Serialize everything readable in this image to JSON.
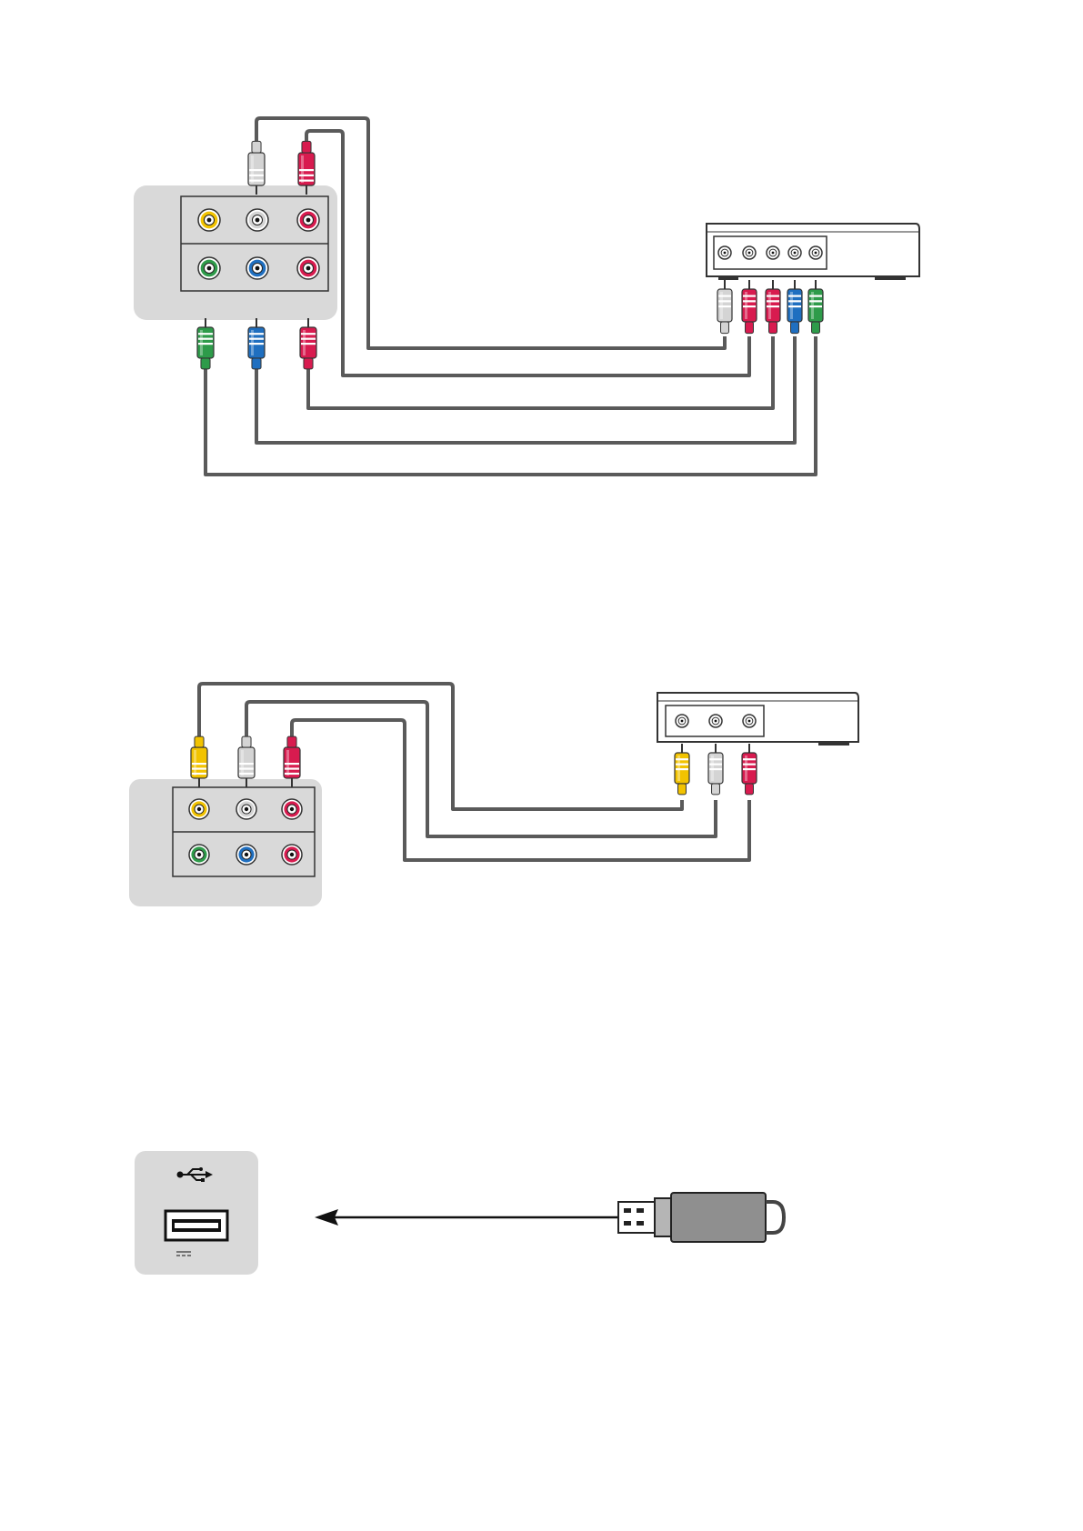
{
  "colors": {
    "panel_fill": "#d9d9d9",
    "cable": "#5a5a5a",
    "jack_yellow": "#f2c300",
    "jack_white": "#d4d4d4",
    "jack_red": "#d81b4f",
    "jack_green": "#2e9b4a",
    "jack_blue": "#1f6fc0",
    "usb_body": "#8f8f8f"
  },
  "diagrams": [
    {
      "name": "component-video-connection",
      "panel_jacks": [
        [
          "yellow",
          "white",
          "red"
        ],
        [
          "green",
          "blue",
          "red"
        ]
      ],
      "device_jacks": [
        "white",
        "red",
        "red",
        "blue",
        "green"
      ]
    },
    {
      "name": "composite-av-connection",
      "panel_jacks": [
        [
          "yellow",
          "white",
          "red"
        ],
        [
          "green",
          "blue",
          "red"
        ]
      ],
      "device_jacks": [
        "yellow",
        "white",
        "red"
      ]
    },
    {
      "name": "usb-connection",
      "icons": [
        "usb-symbol-icon",
        "usb-port-icon",
        "dc-symbol-icon",
        "arrow-left-icon",
        "usb-flash-drive-icon"
      ]
    }
  ]
}
